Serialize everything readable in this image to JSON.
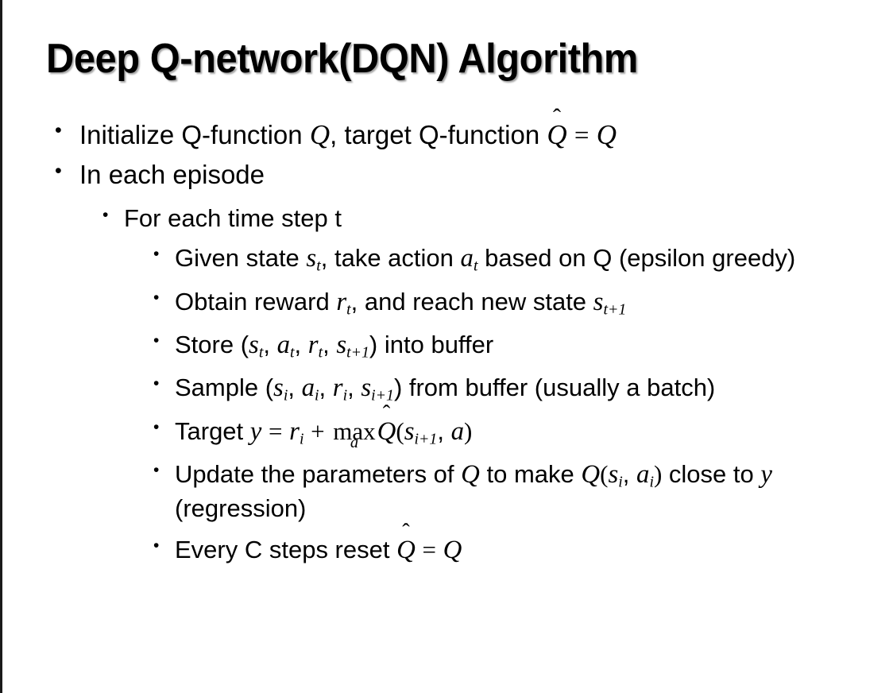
{
  "slide": {
    "title": "Deep Q-network(DQN) Algorithm",
    "background_color": "#ffffff",
    "text_color": "#000000",
    "border_color": "#1a1a1a"
  },
  "bullets": {
    "l1_initialize": {
      "prefix": "Initialize Q-function ",
      "math_q": "Q",
      "mid": ", target Q-function ",
      "hat_q": "Q",
      "hat_accent": "̂",
      "equals": "=",
      "rhs_q": "Q"
    },
    "l1_episode": "In each episode",
    "l2_timestep": "For each time step t",
    "l3_given": {
      "prefix": "Given state ",
      "s": "s",
      "s_sub": "t",
      "mid": ", take action ",
      "a": "a",
      "a_sub": "t",
      "suffix": " based on Q (epsilon greedy)"
    },
    "l3_obtain": {
      "prefix": "Obtain reward ",
      "r": "r",
      "r_sub": "t",
      "mid": ", and reach new state ",
      "s": "s",
      "s_sub": "t+1"
    },
    "l3_store": {
      "prefix": "Store (",
      "s": "s",
      "s_sub": "t",
      "sep1": ", ",
      "a": "a",
      "a_sub": "t",
      "sep2": ", ",
      "r": "r",
      "r_sub": "t",
      "sep3": ", ",
      "s2": "s",
      "s2_sub": "t+1",
      "suffix": ") into buffer"
    },
    "l3_sample": {
      "prefix": "Sample (",
      "s": "s",
      "s_sub": "i",
      "sep1": ", ",
      "a": "a",
      "a_sub": "i",
      "sep2": ", ",
      "r": "r",
      "r_sub": "i",
      "sep3": ", ",
      "s2": "s",
      "s2_sub": "i+1",
      "suffix": ") from buffer (usually a batch)"
    },
    "l3_target": {
      "prefix": "Target ",
      "y": "y",
      "equals": "=",
      "r": "r",
      "r_sub": "i",
      "plus": "+",
      "max_op": "max",
      "max_under": "a",
      "hat_q": "Q",
      "hat_accent": "̂",
      "paren_open": "(",
      "s": "s",
      "s_sub": "i+1",
      "comma": ", ",
      "a": "a",
      "paren_close": ")"
    },
    "l3_update": {
      "prefix": "Update the parameters of ",
      "q1": "Q",
      "mid": " to make ",
      "q2": "Q",
      "paren_open": "(",
      "s": "s",
      "s_sub": "i",
      "comma": ", ",
      "a": "a",
      "a_sub": "i",
      "paren_close": ")",
      "suffix": " close to ",
      "y": "y",
      "tail": " (regression)"
    },
    "l3_reset": {
      "prefix": "Every C steps reset ",
      "hat_q": "Q",
      "hat_accent": "̂",
      "equals": "=",
      "rhs_q": "Q"
    }
  },
  "icons": {
    "bullet_level1": "•",
    "bullet_level2": "•",
    "bullet_level3": "•"
  }
}
